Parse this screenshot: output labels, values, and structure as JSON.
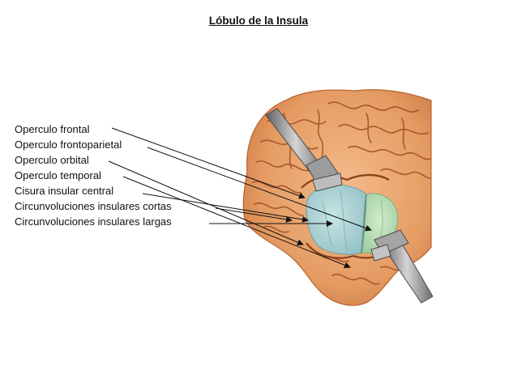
{
  "title": "Lóbulo de la Insula",
  "labels": [
    "Operculo frontal",
    "Operculo frontoparietal",
    "Operculo orbital",
    "Operculo temporal",
    "Cisura insular central",
    "Circunvoluciones insulares cortas",
    "Circunvoluciones insulares largas"
  ],
  "colors": {
    "brain": "#e9a26c",
    "sulcus": "#9a4a22",
    "insula_short": "#a9cfd3",
    "insula_long": "#b7dcb6",
    "retractor": "#8a8a8a",
    "leader_line": "#111111"
  }
}
